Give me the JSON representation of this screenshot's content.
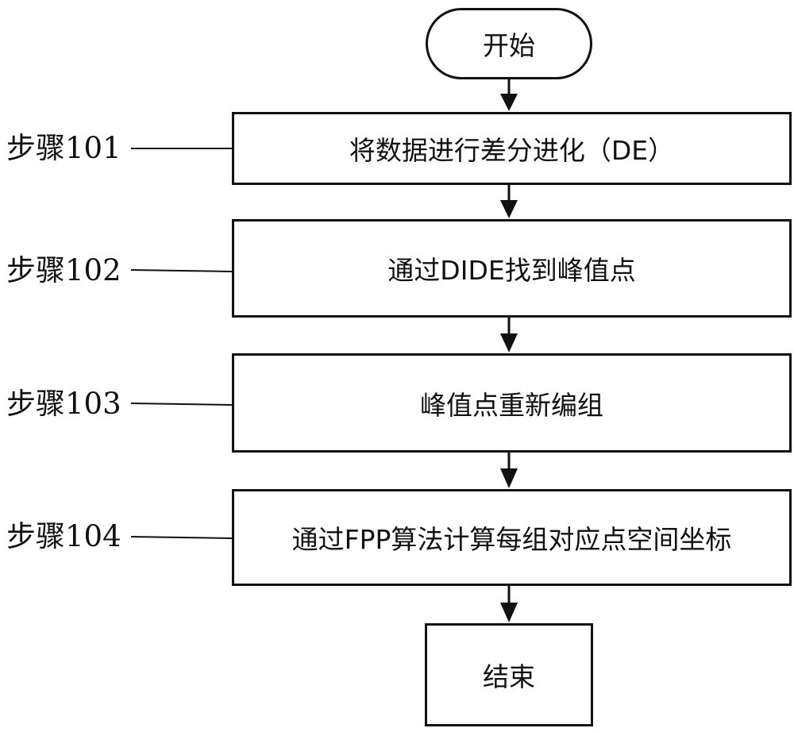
{
  "flowchart": {
    "start": "开始",
    "steps": [
      {
        "id": "步骤101",
        "text": "将数据进行差分进化（DE）"
      },
      {
        "id": "步骤102",
        "text": "通过DIDE找到峰值点"
      },
      {
        "id": "步骤103",
        "text": "峰值点重新编组"
      },
      {
        "id": "步骤104",
        "text": "通过FPP算法计算每组对应点空间坐标"
      }
    ],
    "end": "结束"
  }
}
